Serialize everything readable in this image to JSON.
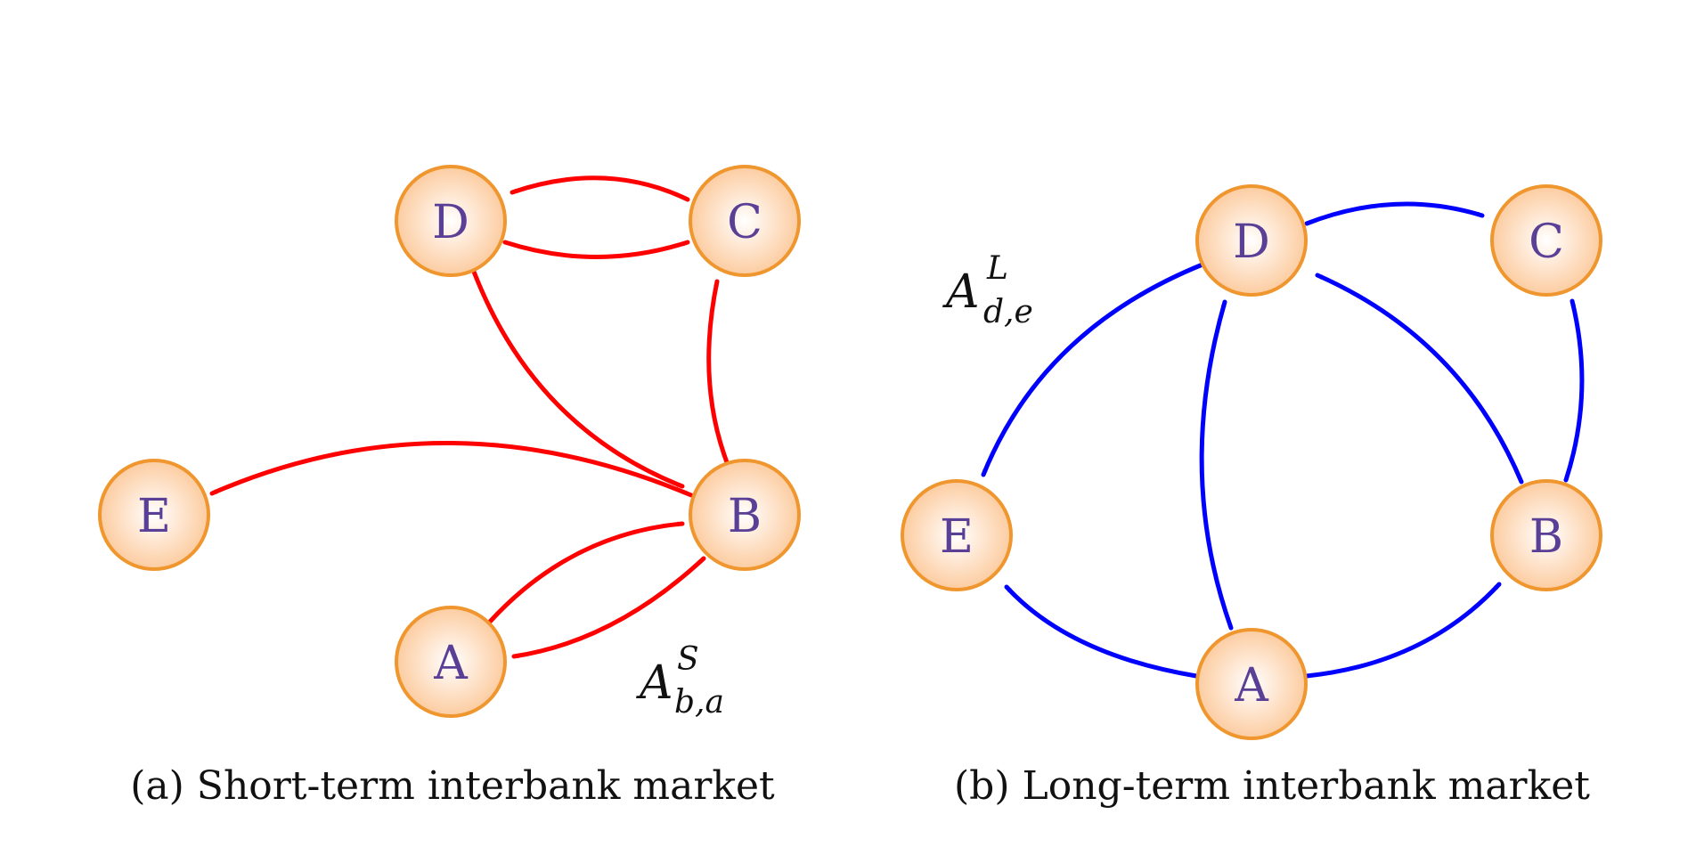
{
  "panels": [
    {
      "caption": "(a) Short-term interbank market",
      "edge_color": "#ff0000",
      "nodes": [
        {
          "id": "D",
          "label": "D"
        },
        {
          "id": "C",
          "label": "C"
        },
        {
          "id": "E",
          "label": "E"
        },
        {
          "id": "B",
          "label": "B"
        },
        {
          "id": "A",
          "label": "A"
        }
      ],
      "edges": [
        {
          "from": "C",
          "to": "D"
        },
        {
          "from": "D",
          "to": "C"
        },
        {
          "from": "D",
          "to": "B"
        },
        {
          "from": "B",
          "to": "C"
        },
        {
          "from": "B",
          "to": "E"
        },
        {
          "from": "A",
          "to": "B"
        },
        {
          "from": "B",
          "to": "A"
        }
      ],
      "annotation": {
        "base": "A",
        "sup": "S",
        "sub": "b,a"
      }
    },
    {
      "caption": "(b) Long-term interbank market",
      "edge_color": "#0000ff",
      "nodes": [
        {
          "id": "D",
          "label": "D"
        },
        {
          "id": "C",
          "label": "C"
        },
        {
          "id": "E",
          "label": "E"
        },
        {
          "id": "B",
          "label": "B"
        },
        {
          "id": "A",
          "label": "A"
        }
      ],
      "edges": [
        {
          "from": "D",
          "to": "C"
        },
        {
          "from": "D",
          "to": "E"
        },
        {
          "from": "A",
          "to": "D"
        },
        {
          "from": "B",
          "to": "D"
        },
        {
          "from": "B",
          "to": "C"
        },
        {
          "from": "A",
          "to": "E"
        },
        {
          "from": "A",
          "to": "B"
        }
      ],
      "annotation": {
        "base": "A",
        "sup": "L",
        "sub": "d,e"
      }
    }
  ],
  "node_fill_inner": "#ffffff",
  "node_fill_outer": "#fcc797",
  "node_stroke": "#f0962e",
  "label_color": "#5a3f96"
}
